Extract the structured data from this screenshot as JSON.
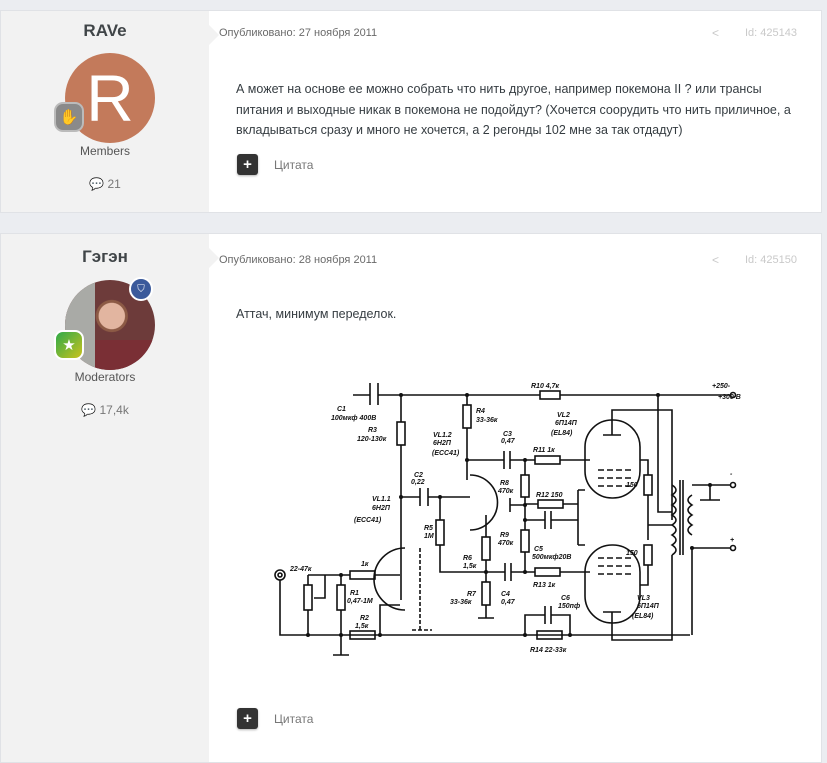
{
  "posts": [
    {
      "author": "RAVe",
      "avatar_letter": "R",
      "avatar_color": "#c37a5b",
      "group": "Members",
      "post_count": "21",
      "published": "Опубликовано: 27 ноября 2011",
      "post_id": "Id: 425143",
      "text": "А может на основе ее можно собрать что нить другое, например покемона II ? или трансы питания и выходные никак в покемона не подойдут? (Хочется соорудить что нить приличное, а вкладываться сразу и много не хочется, а 2 регонды 102 мне за так отдадут)",
      "quote_label": "Цитата"
    },
    {
      "author": "Гэгэн",
      "group": "Moderators",
      "post_count": "17,4k",
      "published": "Опубликовано: 28 ноября 2011",
      "post_id": "Id: 425150",
      "text": "Аттач, минимум переделок.",
      "quote_label": "Цитата"
    }
  ],
  "schematic": {
    "c1": "C1",
    "c1v": "100мкф 400В",
    "r3": "R3",
    "r3v": "120-130к",
    "r4": "R4",
    "r4v": "33-36к",
    "r10": "R10 4,7к",
    "supply1": "+250-",
    "supply2": "+300 В",
    "vl12": "VL1.2",
    "vl12t": "6Н2П",
    "vl12e": "(ECC41)",
    "vl11": "VL1.1",
    "vl11t": "6Н2П",
    "vl11e": "(ECC41)",
    "c2": "C2",
    "c2v": "0,22",
    "c3": "C3",
    "c3v": "0,47",
    "c4": "C4",
    "c4v": "0,47",
    "r5": "R5",
    "r5v": "1М",
    "r6": "R6",
    "r6v": "1,5к",
    "r7": "R7",
    "r7v": "33-36к",
    "r8": "R8",
    "r8v": "470к",
    "r9": "R9",
    "r9v": "470к",
    "r11": "R11 1к",
    "r12": "R12 150",
    "r13": "R13 1к",
    "r14": "R14 22-33к",
    "c5": "C5",
    "c5v": "500мкф20В",
    "c6": "C6",
    "c6v": "150пф",
    "vl2": "VL2",
    "vl2t": "6П14П",
    "vl2e": "(EL84)",
    "vl3": "VL3",
    "vl3t": "6П14П",
    "vl3e": "(EL84)",
    "pot": "22-47к",
    "r1k": "1к",
    "r1": "R1",
    "r1v": "0,47-1М",
    "r2": "R2",
    "r2v": "1,5к",
    "r150a": "150",
    "r150b": "150",
    "minus": "-",
    "plus": "+"
  }
}
